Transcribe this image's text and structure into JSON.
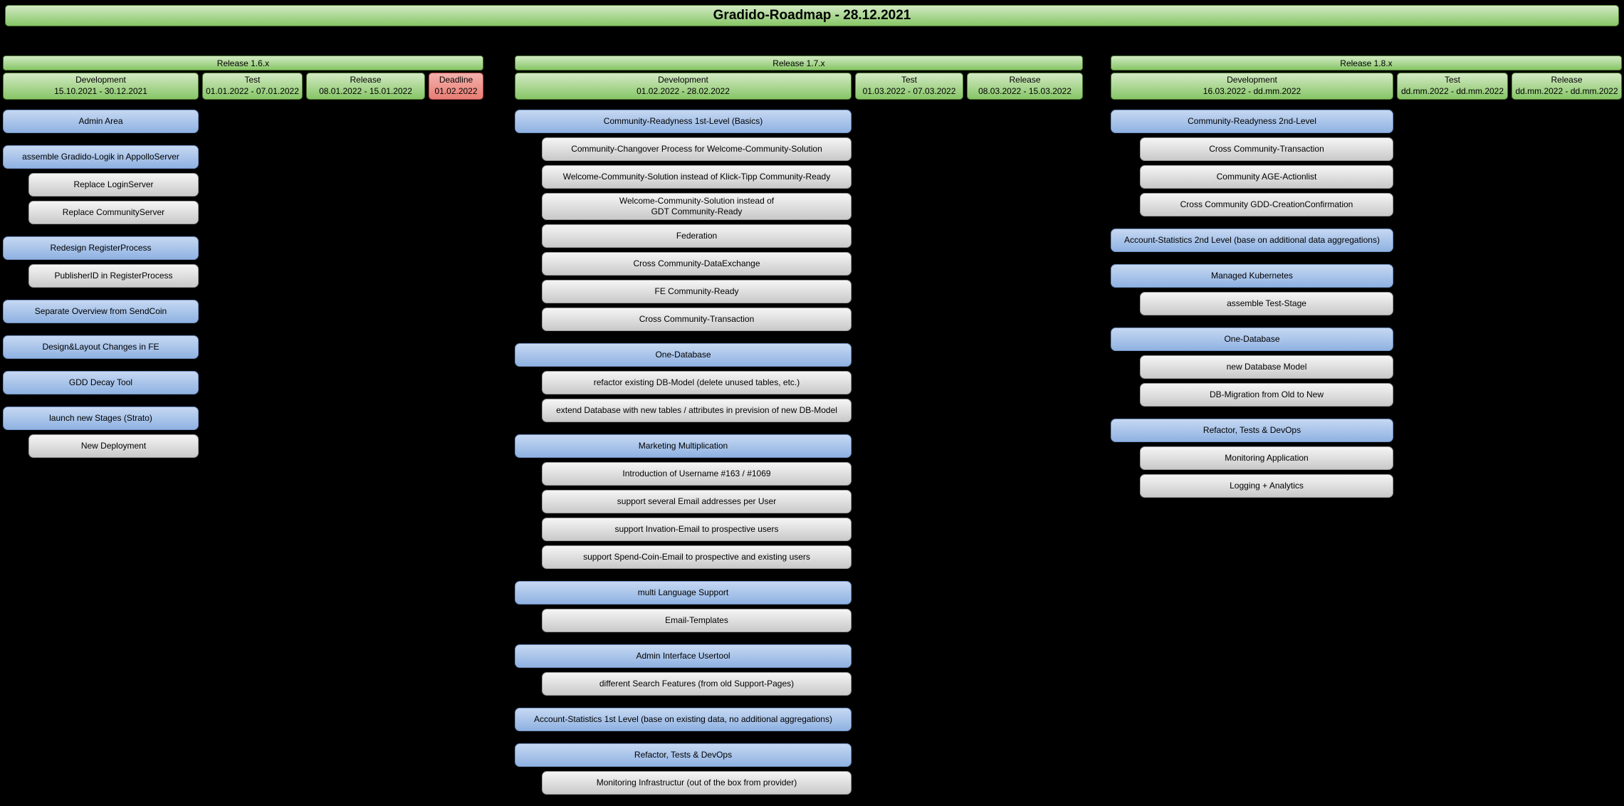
{
  "title": "Gradido-Roadmap - 28.12.2021",
  "colors": {
    "background": "#000000",
    "green_top": "#d3eac4",
    "green_bottom": "#86c666",
    "green_border": "#4e7a33",
    "blue_top": "#c6d8f2",
    "blue_bottom": "#8fb2e2",
    "blue_border": "#7191c1",
    "gray_top": "#f5f5f5",
    "gray_bottom": "#c9c9c9",
    "gray_border": "#9a9a9a",
    "red_top": "#f3b2ad",
    "red_bottom": "#e87d74",
    "red_border": "#b04a44"
  },
  "columns": [
    {
      "release": "Release 1.6.x",
      "phases": [
        {
          "label": "Development",
          "dates": "15.10.2021 - 30.12.2021",
          "type": "green"
        },
        {
          "label": "Test",
          "dates": "01.01.2022 - 07.01.2022",
          "type": "green"
        },
        {
          "label": "Release",
          "dates": "08.01.2022 - 15.01.2022",
          "type": "green"
        },
        {
          "label": "Deadline",
          "dates": "01.02.2022",
          "type": "red"
        }
      ],
      "groups": [
        {
          "parent": "Admin Area",
          "children": []
        },
        {
          "parent": "assemble Gradido-Logik in AppolloServer",
          "children": [
            "Replace LoginServer",
            "Replace CommunityServer"
          ]
        },
        {
          "parent": "Redesign RegisterProcess",
          "children": [
            "PublisherID in RegisterProcess"
          ]
        },
        {
          "parent": "Separate Overview from SendCoin",
          "children": []
        },
        {
          "parent": "Design&Layout Changes in FE",
          "children": []
        },
        {
          "parent": "GDD Decay Tool",
          "children": []
        },
        {
          "parent": "launch new Stages (Strato)",
          "children": [
            "New Deployment"
          ]
        }
      ]
    },
    {
      "release": "Release 1.7.x",
      "phases": [
        {
          "label": "Development",
          "dates": "01.02.2022 - 28.02.2022",
          "type": "green"
        },
        {
          "label": "Test",
          "dates": "01.03.2022 - 07.03.2022",
          "type": "green"
        },
        {
          "label": "Release",
          "dates": "08.03.2022 - 15.03.2022",
          "type": "green"
        }
      ],
      "groups": [
        {
          "parent": "Community-Readyness 1st-Level (Basics)",
          "children": [
            "Community-Changover Process for Welcome-Community-Solution",
            "Welcome-Community-Solution instead of Klick-Tipp Community-Ready",
            "Welcome-Community-Solution instead of\nGDT Community-Ready",
            "Federation",
            "Cross Community-DataExchange",
            "FE Community-Ready",
            "Cross Community-Transaction"
          ]
        },
        {
          "parent": "One-Database",
          "children": [
            "refactor existing DB-Model (delete unused tables, etc.)",
            "extend Database with new tables / attributes in prevision of new DB-Model"
          ]
        },
        {
          "parent": "Marketing Multiplication",
          "children": [
            "Introduction of Username #163 / #1069",
            "support several Email addresses per User",
            "support Invation-Email to prospective users",
            "support Spend-Coin-Email to prospective and existing users"
          ]
        },
        {
          "parent": "multi Language Support",
          "children": [
            "Email-Templates"
          ]
        },
        {
          "parent": "Admin Interface Usertool",
          "children": [
            "different Search Features (from old Support-Pages)"
          ]
        },
        {
          "parent": "Account-Statistics 1st Level (base on existing data, no additional aggregations)",
          "children": []
        },
        {
          "parent": "Refactor, Tests & DevOps",
          "children": [
            "Monitoring Infrastructur (out of the box from provider)"
          ]
        }
      ]
    },
    {
      "release": "Release 1.8.x",
      "phases": [
        {
          "label": "Development",
          "dates": "16.03.2022 - dd.mm.2022",
          "type": "green"
        },
        {
          "label": "Test",
          "dates": "dd.mm.2022 - dd.mm.2022",
          "type": "green"
        },
        {
          "label": "Release",
          "dates": "dd.mm.2022 - dd.mm.2022",
          "type": "green"
        }
      ],
      "groups": [
        {
          "parent": "Community-Readyness 2nd-Level",
          "children": [
            "Cross Community-Transaction",
            "Community AGE-Actionlist",
            "Cross Community GDD-CreationConfirmation"
          ]
        },
        {
          "parent": "Account-Statistics 2nd Level (base on additional data aggregations)",
          "children": []
        },
        {
          "parent": "Managed Kubernetes",
          "children": [
            "assemble Test-Stage"
          ]
        },
        {
          "parent": "One-Database",
          "children": [
            "new Database Model",
            "DB-Migration from Old to New"
          ]
        },
        {
          "parent": "Refactor, Tests & DevOps",
          "children": [
            "Monitoring Application",
            "Logging + Analytics"
          ]
        }
      ]
    }
  ]
}
